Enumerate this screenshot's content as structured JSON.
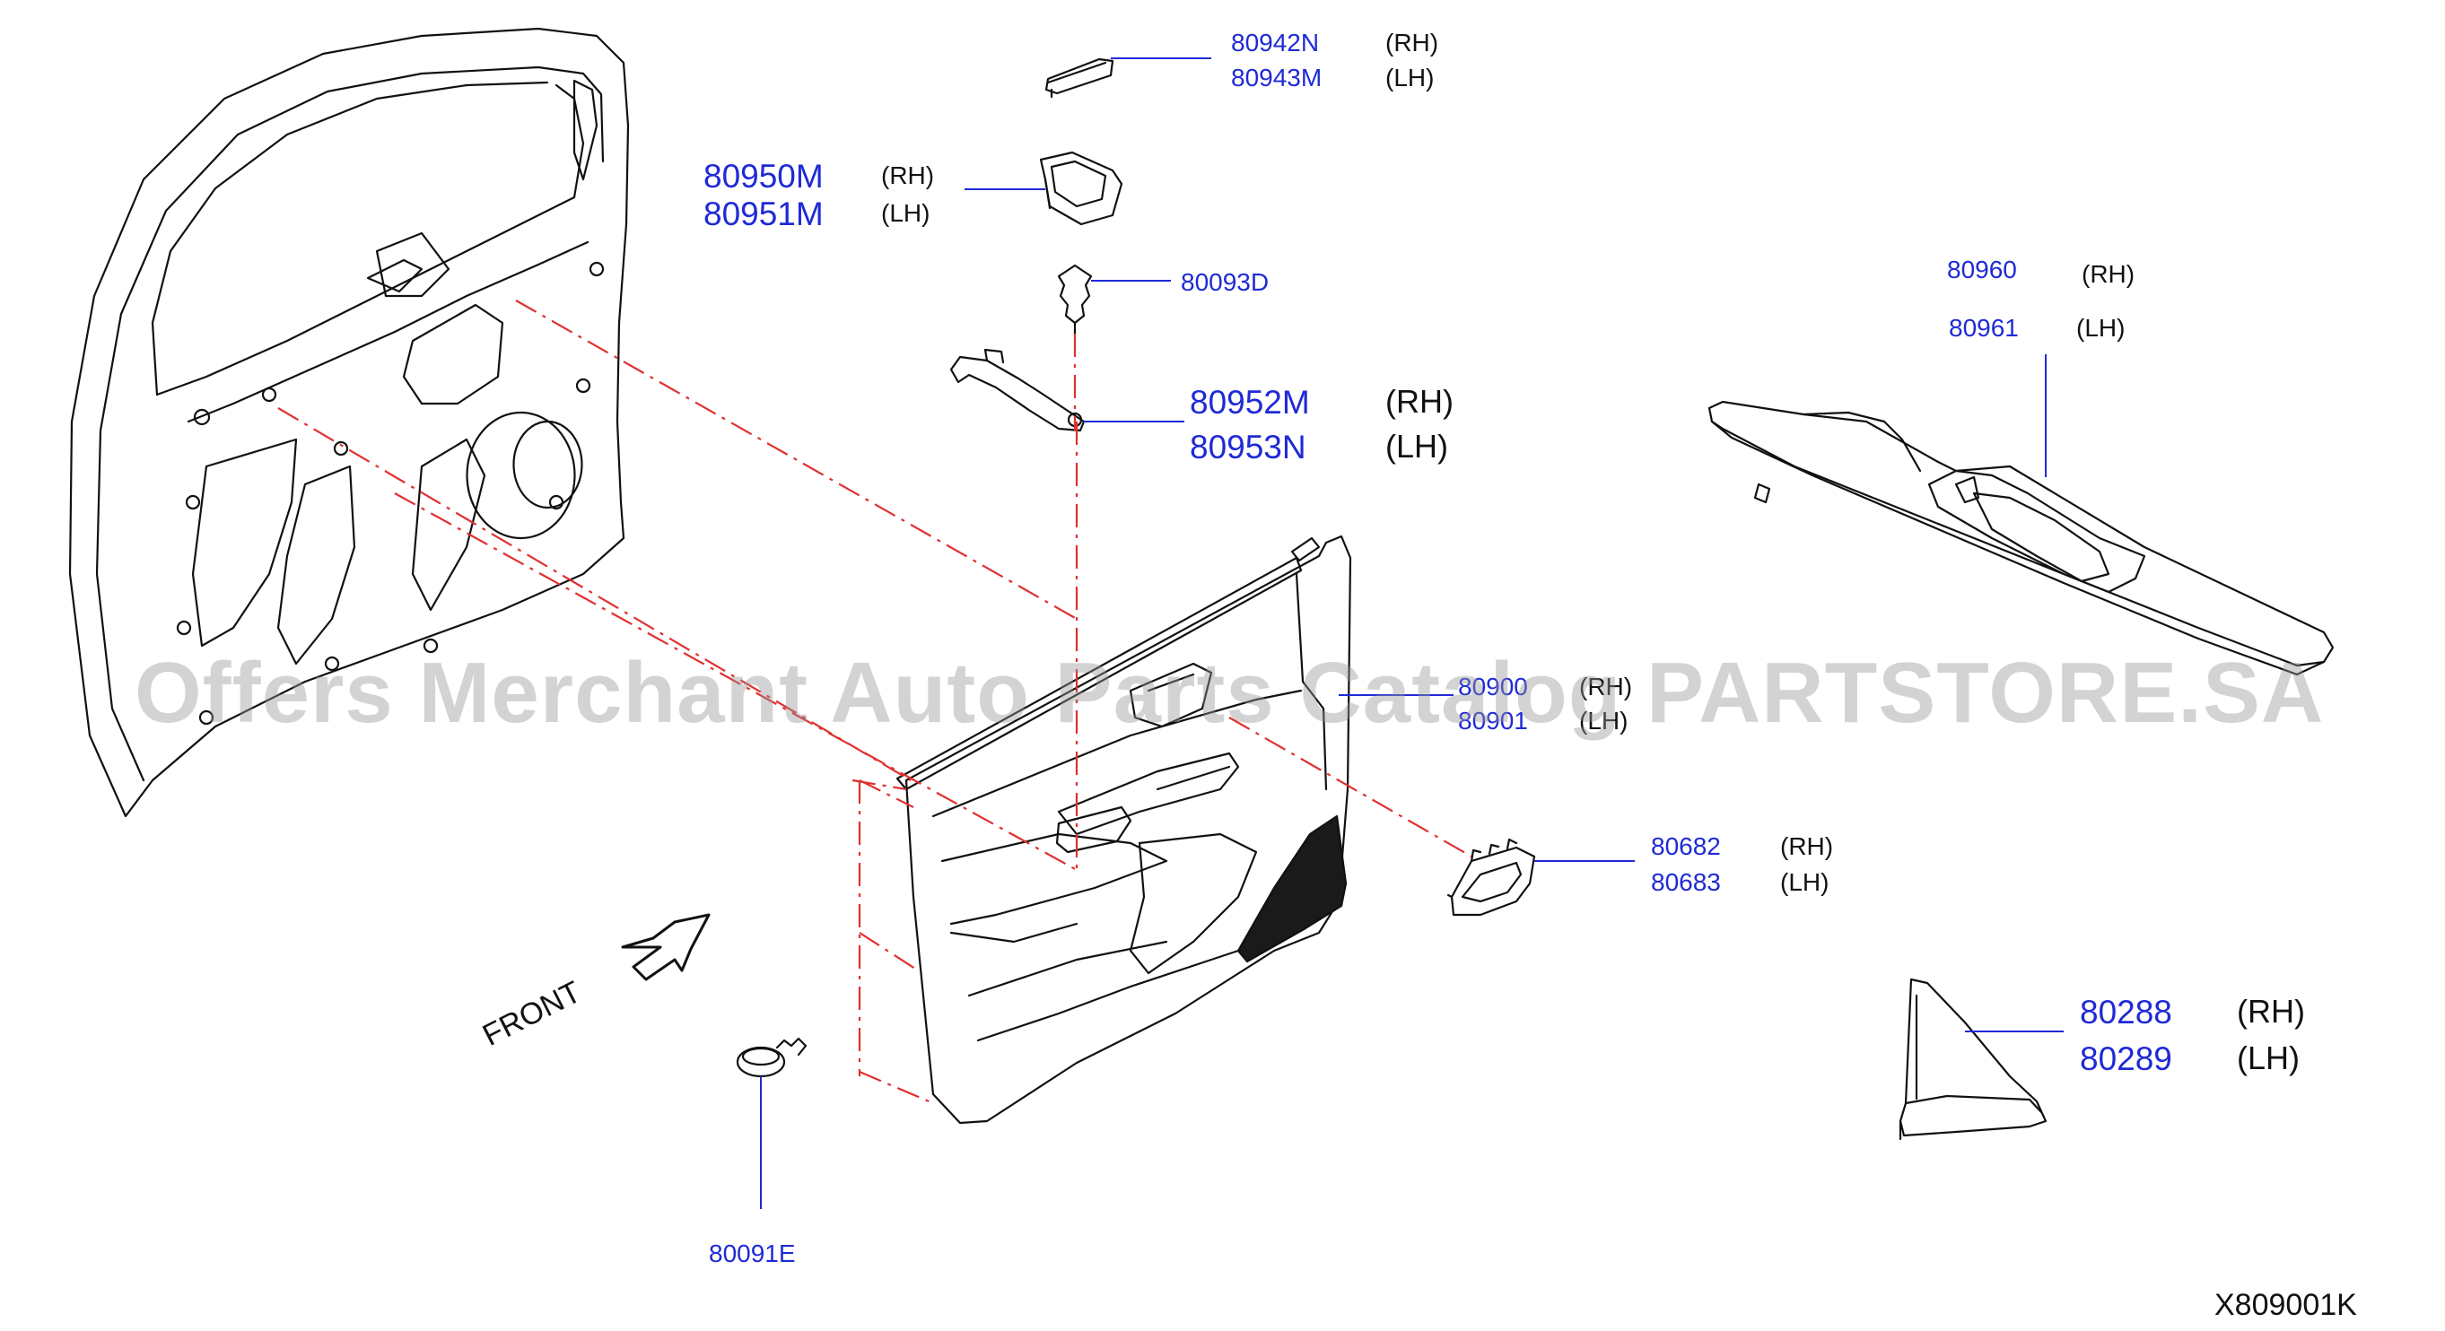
{
  "parts": [
    {
      "id": "armrest-cover",
      "numbers": [
        "80942N",
        "80943M"
      ],
      "sides": [
        "(RH)",
        "(LH)"
      ]
    },
    {
      "id": "pull-handle",
      "numbers": [
        "80950M",
        "80951M"
      ],
      "sides": [
        "(RH)",
        "(LH)"
      ]
    },
    {
      "id": "clip",
      "numbers": [
        "80093D"
      ],
      "sides": []
    },
    {
      "id": "bracket",
      "numbers": [
        "80952M",
        "80953N"
      ],
      "sides": [
        "(RH)",
        "(LH)"
      ]
    },
    {
      "id": "switch-finisher",
      "numbers": [
        "80960",
        "80961"
      ],
      "sides": [
        "(RH)",
        "(LH)"
      ]
    },
    {
      "id": "door-trim",
      "numbers": [
        "80900",
        "80901"
      ],
      "sides": [
        "(RH)",
        "(LH)"
      ]
    },
    {
      "id": "inside-handle-escutcheon",
      "numbers": [
        "80682",
        "80683"
      ],
      "sides": [
        "(RH)",
        "(LH)"
      ]
    },
    {
      "id": "corner-cover",
      "numbers": [
        "80288",
        "80289"
      ],
      "sides": [
        "(RH)",
        "(LH)"
      ]
    },
    {
      "id": "grommet",
      "numbers": [
        "80091E"
      ],
      "sides": []
    }
  ],
  "front_label": "FRONT",
  "diagram_code": "X809001K",
  "watermark": "Offers Merchant Auto Parts Catalog PARTSTORE.SA",
  "colors": {
    "part_number": "#1f2ad6",
    "callout_line": "#1f2ad6",
    "dash_line": "#e03030",
    "drawing": "#111111",
    "watermark": "#969696"
  }
}
